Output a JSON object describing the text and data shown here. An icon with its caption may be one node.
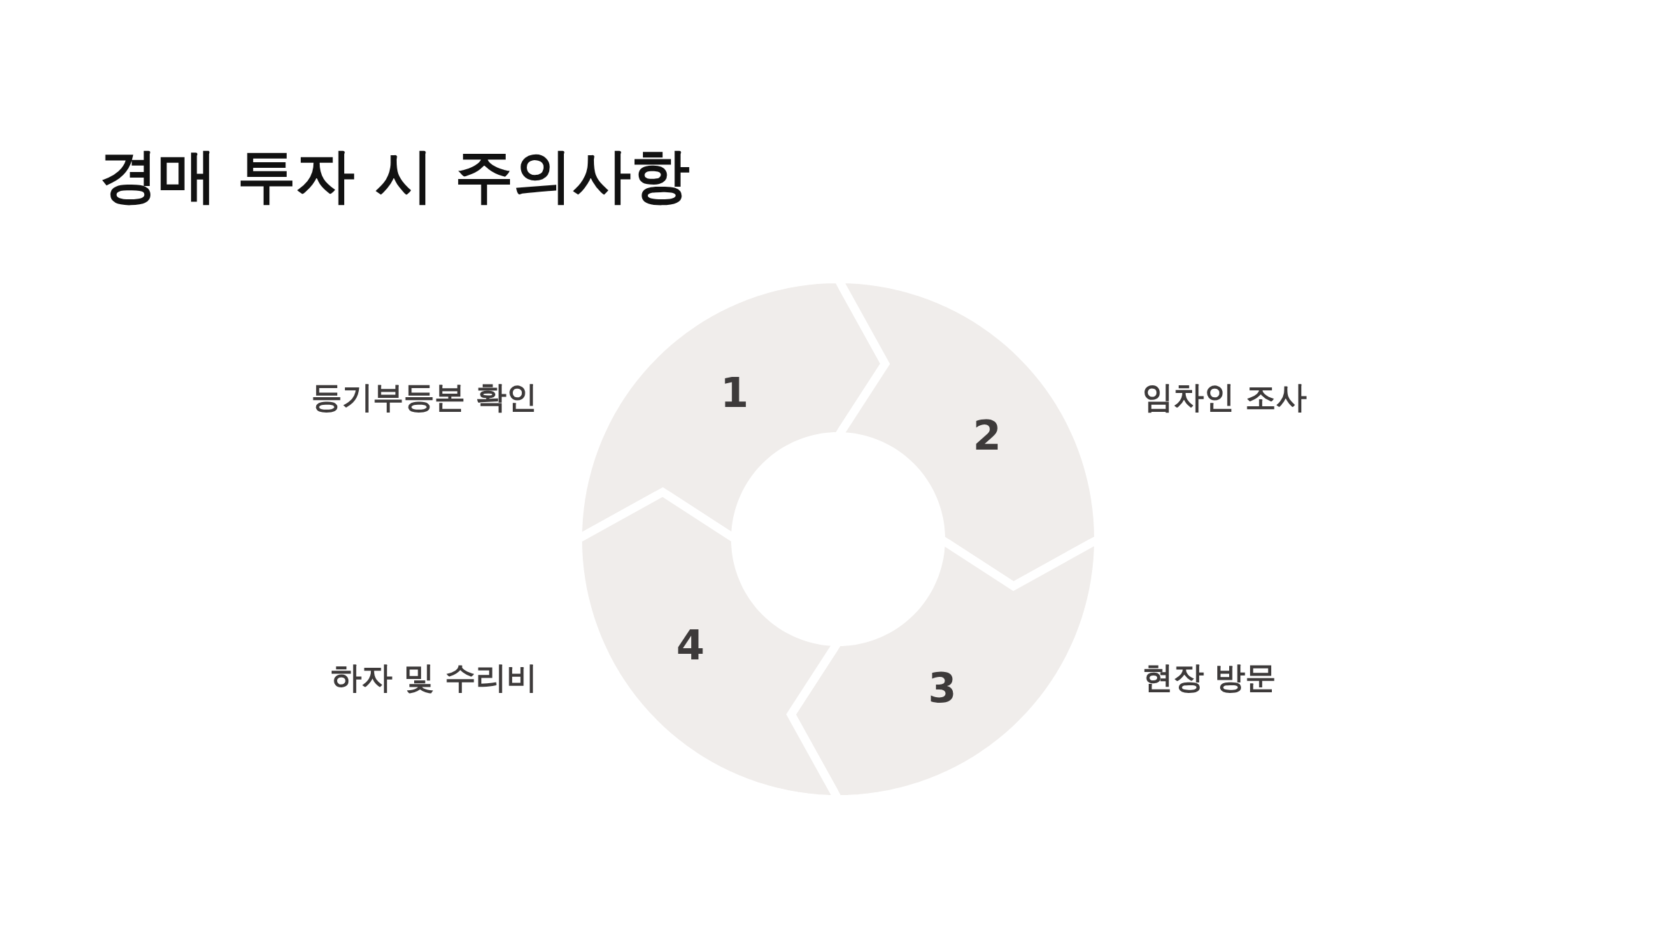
{
  "diagram": {
    "title": "경매 투자 시 주의사항",
    "nodes": [
      {
        "text": [
          "1"
        ],
        "beside": [
          "등기부등본 확인"
        ]
      },
      {
        "text": [
          "2"
        ],
        "beside": [
          "임차인 조사"
        ]
      },
      {
        "text": [
          "3"
        ],
        "beside": [
          "현장 방문"
        ]
      },
      {
        "text": [
          "4"
        ],
        "beside": [
          "하자 및 수리비"
        ]
      }
    ],
    "edges": []
  }
}
